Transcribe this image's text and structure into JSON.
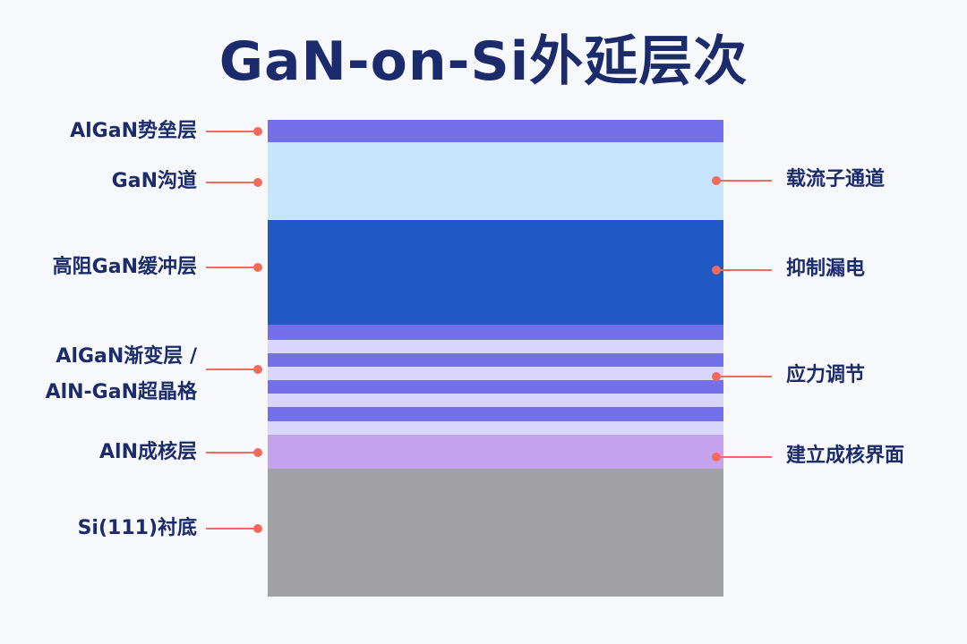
{
  "title": "GaN-on-Si外延层次",
  "colors": {
    "title": "#1b2b6b",
    "label_text": "#1b2b6b",
    "connector": "#ef6b5c",
    "algan_barrier": "#7470ea",
    "gan_channel": "#c6e4fb",
    "gan_buffer": "#2059c3",
    "transition_dark": "#7470ea",
    "transition_light": "#d8d6fa",
    "aln_nucleation": "#c4a3ec",
    "si_substrate": "#a1a1a5"
  },
  "layers": {
    "algan_barrier": {
      "name": "AlGaN势垒层"
    },
    "gan_channel": {
      "name": "GaN沟道",
      "function": "载流子通道"
    },
    "gan_buffer": {
      "name": "高阻GaN缓冲层",
      "function": "抑制漏电"
    },
    "transition": {
      "name_line1": "AlGaN渐变层 /",
      "name_line2": "AlN-GaN超晶格",
      "function": "应力调节"
    },
    "aln_nucleation": {
      "name": "AlN成核层",
      "function": "建立成核界面"
    },
    "si_substrate": {
      "name": "Si(111)衬底"
    }
  }
}
